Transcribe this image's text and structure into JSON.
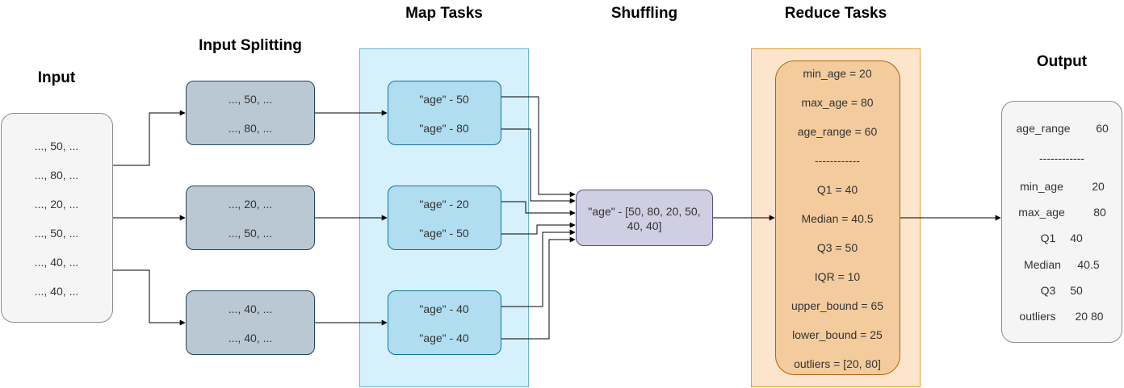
{
  "headers": {
    "input": "Input",
    "splitting": "Input Splitting",
    "map": "Map Tasks",
    "shuffling": "Shuffling",
    "reduce": "Reduce Tasks",
    "output": "Output"
  },
  "input_lines": [
    "..., 50, ...",
    "..., 80, ...",
    "..., 20, ...",
    "..., 50, ...",
    "..., 40, ...",
    "..., 40, ..."
  ],
  "splits": [
    [
      "..., 50, ...",
      "..., 80, ..."
    ],
    [
      "..., 20, ...",
      "..., 50, ..."
    ],
    [
      "..., 40, ...",
      "..., 40, ..."
    ]
  ],
  "maps": [
    [
      "\"age\" - 50",
      "\"age\" - 80"
    ],
    [
      "\"age\" - 20",
      "\"age\" - 50"
    ],
    [
      "\"age\" - 40",
      "\"age\" - 40"
    ]
  ],
  "shuffle": {
    "line1": "\"age\" - [50, 80, 20, 50,",
    "line2": "40, 40]"
  },
  "reduce_lines": [
    "min_age = 20",
    "max_age = 80",
    "age_range = 60",
    "------------",
    "Q1 = 40",
    "Median = 40.5",
    "Q3 = 50",
    "IQR = 10",
    "upper_bound = 65",
    "lower_bound = 25",
    "outliers = [20, 80]"
  ],
  "output": {
    "age_range": {
      "label": "age_range",
      "value": "60"
    },
    "divider": "------------",
    "min_age": {
      "label": "min_age",
      "value": "20"
    },
    "max_age": {
      "label": "max_age",
      "value": "80"
    },
    "q1": {
      "label": "Q1",
      "value": "40"
    },
    "median": {
      "label": "Median",
      "value": "40.5"
    },
    "q3": {
      "label": "Q3",
      "value": "50"
    },
    "outliers": {
      "label": "outliers",
      "value": "20 80"
    }
  },
  "colors": {
    "input_fill": "#f5f5f5",
    "split_fill": "#bac8d3",
    "map_panel": "#d6f1fc",
    "map_fill": "#b1ddf0",
    "shuffle_fill": "#d0cee2",
    "reduce_panel": "#fde4cd",
    "reduce_fill": "#f3cb9d",
    "output_fill": "#f5f5f5"
  }
}
